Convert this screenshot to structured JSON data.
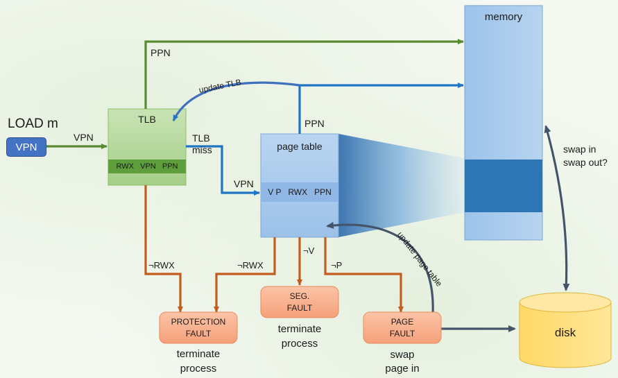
{
  "instruction": "LOAD m",
  "vpn_chip": "VPN",
  "labels": {
    "vpn_in": "VPN",
    "vpn_pt": "VPN",
    "ppn_top": "PPN",
    "ppn_pt": "PPN",
    "tlb_miss": "TLB\nmiss",
    "update_tlb": "update TLB",
    "update_page_table": "update page table",
    "not_rwx_tlb": "¬RWX",
    "not_rwx_pt": "¬RWX",
    "not_v": "¬V",
    "not_p": "¬P",
    "swap": "swap in\nswap out?"
  },
  "tlb": {
    "title": "TLB",
    "row": "RWX   VPN   PPN"
  },
  "page_table": {
    "title": "page table",
    "row": "V P   RWX   PPN"
  },
  "memory": {
    "title": "memory"
  },
  "disk": {
    "label": "disk"
  },
  "faults": {
    "protection": {
      "label": "PROTECTION\nFAULT",
      "action": "terminate\nprocess"
    },
    "segfault": {
      "label": "SEG.\nFAULT",
      "action": "terminate\nprocess"
    },
    "page": {
      "label": "PAGE\nFAULT",
      "action": "swap\npage in"
    }
  },
  "colors": {
    "green": "#5a8a32",
    "blue": "#1f74c4",
    "orange": "#c25d1e",
    "slate": "#44546a"
  }
}
